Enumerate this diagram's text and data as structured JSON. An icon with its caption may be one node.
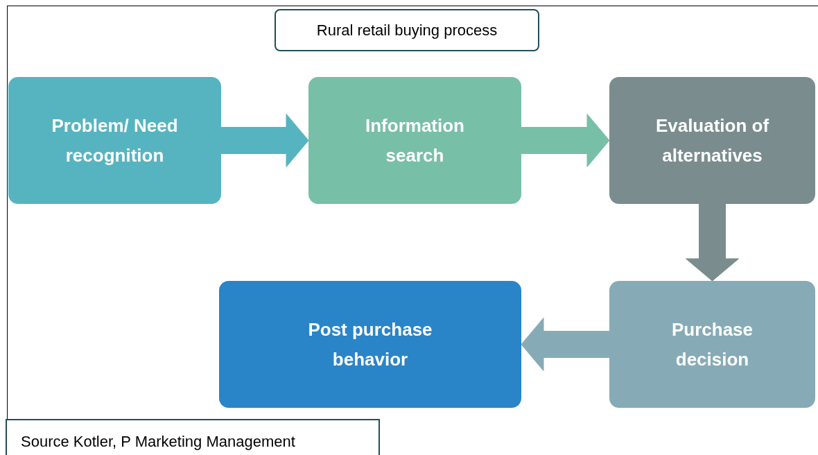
{
  "diagram": {
    "title": "Rural retail buying process",
    "caption": "Source Kotler, P Marketing Management",
    "nodes": [
      {
        "text": [
          "Problem/ Need recognition"
        ]
      },
      {
        "text": [
          "Information search"
        ]
      },
      {
        "text": [
          "Evaluation of alternatives"
        ]
      },
      {
        "text": [
          "Purchase decision"
        ]
      },
      {
        "text": [
          "Post purchase behavior"
        ]
      }
    ],
    "edges": [
      {
        "from": 0,
        "to": 1,
        "arrow": "to",
        "style": "thick",
        "color": "#56b4c0"
      },
      {
        "from": 1,
        "to": 2,
        "arrow": "to",
        "style": "thick",
        "color": "#78bfa8"
      },
      {
        "from": 2,
        "to": 3,
        "arrow": "to",
        "style": "thick",
        "color": "#7a8c8e"
      },
      {
        "from": 3,
        "to": 4,
        "arrow": "to",
        "style": "thick",
        "color": "#86abb6"
      }
    ]
  }
}
